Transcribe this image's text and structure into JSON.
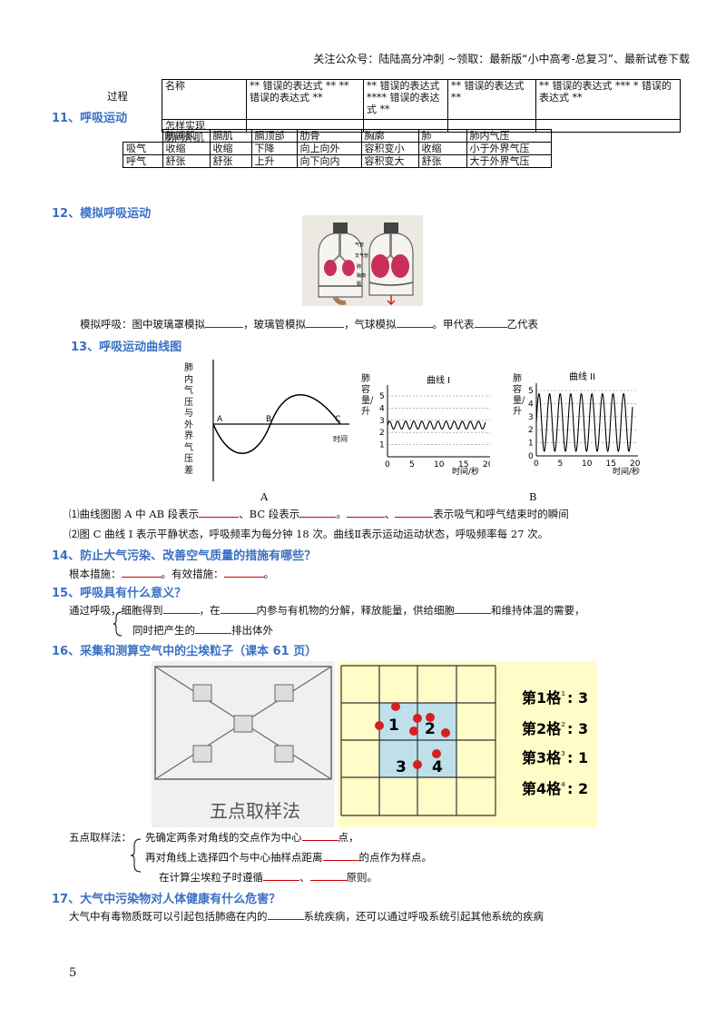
{
  "header": "关注公众号：陆陆高分冲刺  ~领取：最新版“小中高考-总复习”、最新试卷下载",
  "s11": {
    "title": "11、呼吸运动",
    "process_label": "过程",
    "err_table": [
      [
        "名称",
        "** 错误的表达式 ** ** 错误的表达式 **",
        "** 错误的表达式 **** 错误的表达式 **",
        "** 错误的表达式 **",
        "** 错误的表达式 *** * 错误的表达式 **"
      ],
      [
        "怎样实现",
        "",
        "",
        "",
        ""
      ]
    ],
    "grid_header": [
      "肋间肌",
      "膈肌",
      "膈顶部",
      "肋骨",
      "胸廓",
      "肺",
      "肺内气压"
    ],
    "grid_header_overlap": "肋间外肌",
    "rows": [
      [
        "吸气",
        "收缩",
        "收缩",
        "下降",
        "向上向外",
        "容积变小",
        "收缩",
        "小于外界气压"
      ],
      [
        "呼气",
        "舒张",
        "舒张",
        "上升",
        "向下向内",
        "容积变大",
        "舒张",
        "大于外界气压"
      ]
    ]
  },
  "s12": {
    "title": "12、模拟呼吸运动",
    "figure_labels": [
      "气管",
      "支气管",
      "肺",
      "胸廓",
      "膈"
    ],
    "text": [
      "模拟呼吸：图中玻璃罩模拟",
      "，玻璃管模拟",
      "，气球模拟",
      "。甲代表",
      "乙代表"
    ]
  },
  "s13": {
    "title": "13、呼吸运动曲线图",
    "figA": {
      "ylabel": "肺内气压与外界气压差",
      "points": [
        "A",
        "B",
        "C"
      ],
      "xlabel": "时间",
      "caption": "A"
    },
    "figB1": {
      "title": "曲线 I",
      "ylabel": "肺容量/升",
      "xlabel": "时间/秒",
      "yticks": [
        "1",
        "2",
        "3",
        "4",
        "5"
      ],
      "xticks": [
        "0",
        "5",
        "10",
        "15",
        "20"
      ]
    },
    "figB2": {
      "title": "曲线 II",
      "ylabel": "肺容量/升",
      "xlabel": "时间/秒",
      "yticks": [
        "0",
        "1",
        "2",
        "3",
        "4",
        "5"
      ],
      "xticks": [
        "0",
        "5",
        "10",
        "15",
        "20"
      ]
    },
    "captionB": "B",
    "line1": [
      "⑴曲线图图 A 中 AB 段表示",
      "、BC 段表示",
      "。",
      "、",
      "表示吸气和呼气结束时的瞬间"
    ],
    "line2": "⑵图 C 曲线 Ⅰ 表示平静状态，呼吸频率为每分钟 18 次。曲线Ⅱ表示运动运动状态，呼吸频率每 27 次。"
  },
  "s14": {
    "title": "14、防止大气污染、改善空气质量的措施有哪些？",
    "text": [
      "根本措施：",
      "。有效措施：",
      "。"
    ]
  },
  "s15": {
    "title": "15、呼吸具有什么意义？",
    "line1": [
      "通过呼吸，细胞得到",
      "，在",
      "内参与有机物的分解，释放能量，供给细胞",
      "和维持体温的需要，"
    ],
    "line2": [
      "同时把产生的",
      "排出体外"
    ]
  },
  "s16": {
    "title": "16、采集和测算空气中的尘埃粒子（课本 61 页）",
    "left_caption": "五点取样法",
    "cell_numbers": [
      "1",
      "2",
      "3",
      "4"
    ],
    "counts": [
      {
        "label": "第1格",
        "sup": "1",
        "value": "3"
      },
      {
        "label": "第2格",
        "sup": "2",
        "value": "3"
      },
      {
        "label": "第3格",
        "sup": "3",
        "value": "1"
      },
      {
        "label": "第4格",
        "sup": "4",
        "value": "2"
      }
    ],
    "method_label": "五点取样法：",
    "m1": [
      "先确定两条对角线的交点作为中心",
      "点，"
    ],
    "m2": [
      "再对角线上选择四个与中心抽样点距离",
      "的点作为样点。"
    ],
    "m3": [
      "在计算尘埃粒子时遵循",
      "、",
      "原则。"
    ]
  },
  "s17": {
    "title": "17、大气中污染物对人体健康有什么危害？",
    "text": [
      "大气中有毒物质既可以引起包括肺癌在内的",
      "系统疾病，还可以通过呼吸系统引起其他系统的疾病"
    ]
  },
  "page_number": "5",
  "colors": {
    "heading": "#3a6fc4",
    "dot": "#d42020",
    "grid_bg": "#fffcc8",
    "center_bg": "#bfe0ea"
  }
}
